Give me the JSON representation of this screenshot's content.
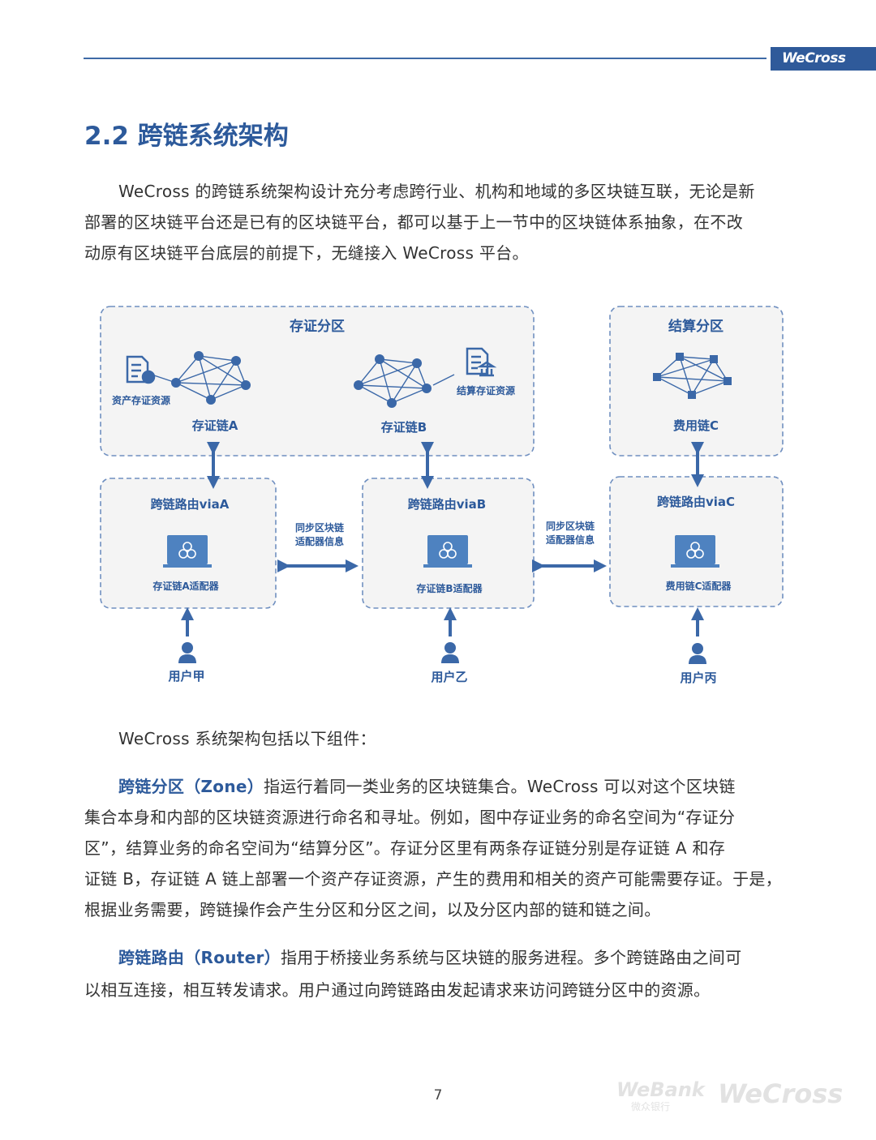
{
  "header": {
    "logo": "WeCross"
  },
  "title": "2.2 跨链系统架构",
  "intro": [
    "WeCross 的跨链系统架构设计充分考虑跨行业、机构和地域的多区块链互联，无论是新",
    "部署的区块链平台还是已有的区块链平台，都可以基于上一节中的区块链体系抽象，在不改",
    "动原有区块链平台底层的前提下，无缝接入 WeCross 平台。"
  ],
  "diagram": {
    "zone1": "存证分区",
    "zone2": "结算分区",
    "asset_res": "资产存证资源",
    "settle_res": "结算存证资源",
    "chainA": "存证链A",
    "chainB": "存证链B",
    "chainC": "费用链C",
    "routerA": "跨链路由viaA",
    "routerB": "跨链路由viaB",
    "routerC": "跨链路由viaC",
    "adapterA": "存证链A适配器",
    "adapterB": "存证链B适配器",
    "adapterC": "费用链C适配器",
    "sync1": "同步区块链",
    "sync2": "适配器信息",
    "userA": "用户甲",
    "userB": "用户乙",
    "userC": "用户丙"
  },
  "components_intro": "WeCross 系统架构包括以下组件：",
  "zone_para": {
    "term": "跨链分区（Zone）",
    "lines": [
      "指运行着同一类业务的区块链集合。WeCross 可以对这个区块链",
      "集合本身和内部的区块链资源进行命名和寻址。例如，图中存证业务的命名空间为“存证分",
      "区”，结算业务的命名空间为“结算分区”。存证分区里有两条存证链分别是存证链 A 和存",
      "证链 B，存证链 A 链上部署一个资产存证资源，产生的费用和相关的资产可能需要存证。于是，",
      "根据业务需要，跨链操作会产生分区和分区之间，以及分区内部的链和链之间。"
    ]
  },
  "router_para": {
    "term": "跨链路由（Router）",
    "lines": [
      "指用于桥接业务系统与区块链的服务进程。多个跨链路由之间可",
      "以相互连接，相互转发请求。用户通过向跨链路由发起请求来访问跨链分区中的资源。"
    ]
  },
  "page_number": "7",
  "footer": {
    "brand1": "WeBank",
    "brand1_cn": "微众银行",
    "brand2": "WeCross"
  }
}
